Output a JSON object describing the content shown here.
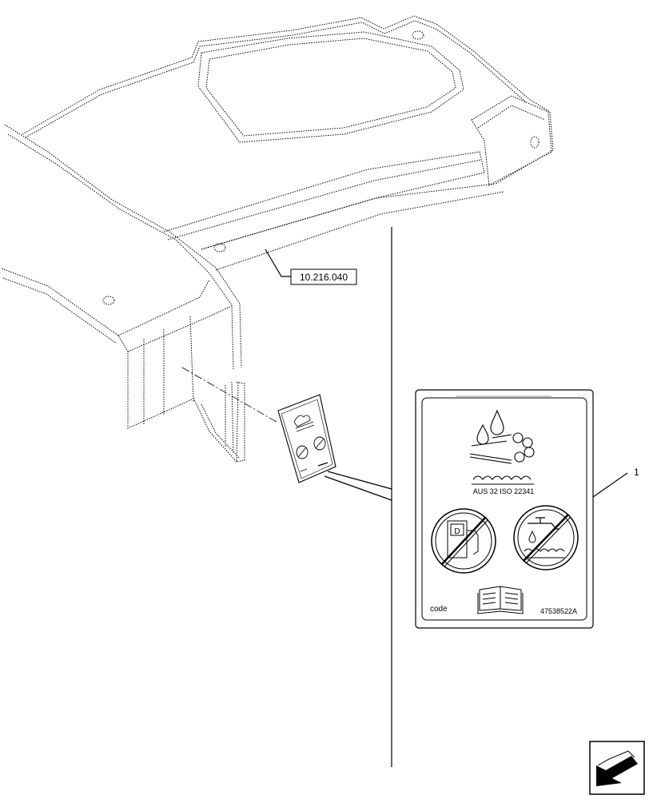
{
  "callouts": {
    "reference": "10.216.040",
    "item_number": "1"
  },
  "decal": {
    "standard_text": "AUS 32  ISO 22341",
    "code_label": "code",
    "part_number": "47538522A",
    "fuel_pump_letter": "D"
  },
  "icons": {
    "nav": "next-page-arrow-icon"
  }
}
